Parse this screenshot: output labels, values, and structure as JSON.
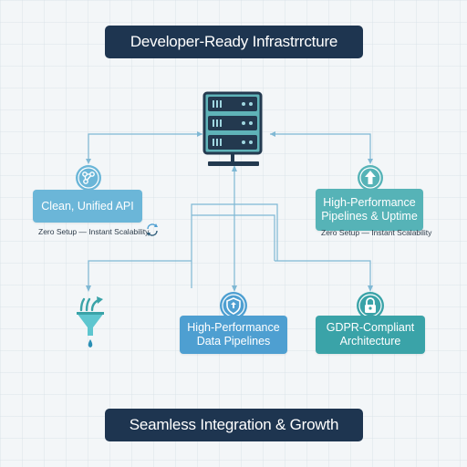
{
  "header": {
    "title": "Developer-Ready Infrastrrcture"
  },
  "footer": {
    "title": "Seamless Integration & Growth"
  },
  "nodes": {
    "api": {
      "label": "Clean, Unified API",
      "icon": "share-network-icon",
      "caption": "Zero Setup — Instant Scalability",
      "caption_icon": "refresh-icon"
    },
    "pipelines_uptime": {
      "label": "High-Performance Pipelines & Uptime",
      "icon": "arrow-up-icon",
      "caption": "Zero Setup — Instant Scalability"
    },
    "data_pipelines": {
      "label": "High-Performance Data Pipelines",
      "icon": "shield-icon"
    },
    "gdpr": {
      "label": "GDPR-Compliant Architecture",
      "icon": "lock-icon"
    },
    "server": {
      "icon": "server-rack-icon"
    },
    "funnel": {
      "icon": "funnel-icon"
    }
  },
  "colors": {
    "banner": "#1e3550",
    "connector": "#7fb8d4",
    "api_card": "#6bb6d8",
    "pipelines_uptime_card": "#56b3b7",
    "data_pipelines_card": "#4e9fd1",
    "gdpr_card": "#3aa3a8",
    "server": "#5fb3b8",
    "server_dark": "#23394f"
  }
}
